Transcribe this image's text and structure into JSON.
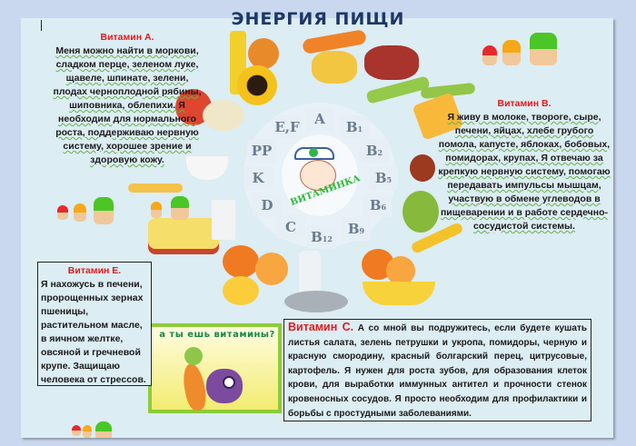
{
  "title": "ЭНЕРГИЯ ПИЩИ",
  "vitamin_a": {
    "heading": "Витамин А.",
    "text": "Меня можно найти в моркови, сладком перце, зеленом луке, щавеле, шпинате, зелени, плодах черноплодной рябины, шиповника, облепихи. Я необходим для нормального роста, поддерживаю нервную систему, хорошее зрение и здоровую кожу."
  },
  "vitamin_b": {
    "heading": "Витамин В.",
    "text": "Я живу в молоке, твороге, сыре, печени, яйцах, хлебе грубого помола, капусте, яблоках, бобовых, помидорах, крупах, Я отвечаю за крепкую нервную систему, помогаю передавать импульсы мышцам, участвую в обмене углеводов в пищеварении и в работе сердечно-сосудистой системы."
  },
  "vitamin_e": {
    "heading": "Витамин Е.",
    "text": "Я нахожусь в печени, пророщенных зернах пшеницы, растительном масле, в яичном желтке, овсяной и гречневой крупе. Защищаю человека от стрессов."
  },
  "vitamin_c": {
    "heading": "Витамин С.",
    "text": " А со мной вы подружитесь, если будете кушать листья салата, зелень петрушки и укропа, помидоры, черную и красную смородину, красный болгарский перец, цитрусовые, картофель.  Я нужен для роста зубов, для образования клеток крови, для выработки иммунных антител и прочности стенок кровеносных сосудов. Я просто необходим для профилактики и борьбы с простудными заболеваниями."
  },
  "promo": {
    "text": "а ты ешь витамины?"
  },
  "wheel": {
    "logo_text": "ВИТАМИНКА",
    "segments": [
      "A",
      "B1",
      "B2",
      "B5",
      "B6",
      "B9",
      "B12",
      "C",
      "D",
      "K",
      "PP",
      "E,F"
    ]
  },
  "colors": {
    "background": "#c9d8ee",
    "page": "#dcedf3",
    "title": "#1d3767",
    "heading_red": "#e01b1b",
    "promo_border": "#8ccc3a",
    "promo_text": "#18864a"
  }
}
